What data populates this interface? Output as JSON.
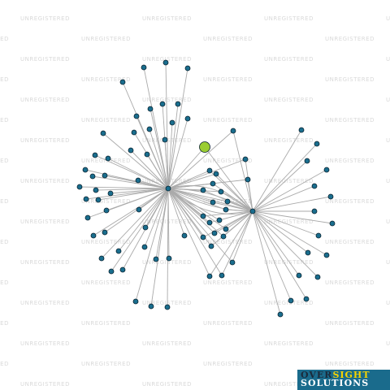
{
  "watermark": {
    "text": "UNREGISTERED"
  },
  "logo": {
    "word1": "OVER",
    "word2": "SIGHT",
    "word3": "SOLUTIONS"
  },
  "colors": {
    "node_fill": "#1a6e8e",
    "node_stroke": "#0b2330",
    "highlight_fill": "#9acd32",
    "edge": "#aaaaaa",
    "watermark": "#d9d9d9",
    "logo_bg": "#1a6b8c",
    "logo_yellow": "#f5d300"
  }
}
